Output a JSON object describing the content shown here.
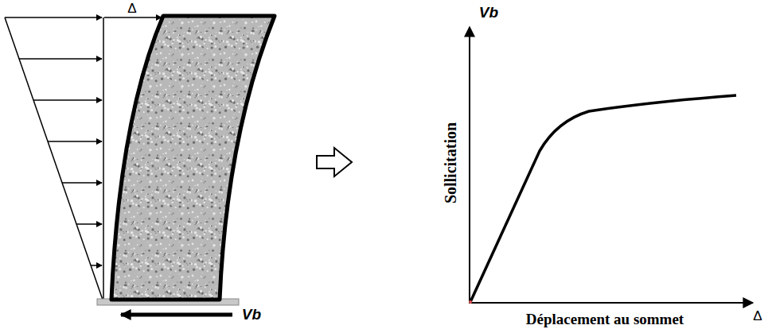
{
  "diagram": {
    "labels": [
      "Δ",
      "Vb",
      "Vb",
      "Sollicitation",
      "Δ",
      "Déplacement au sommet"
    ]
  }
}
